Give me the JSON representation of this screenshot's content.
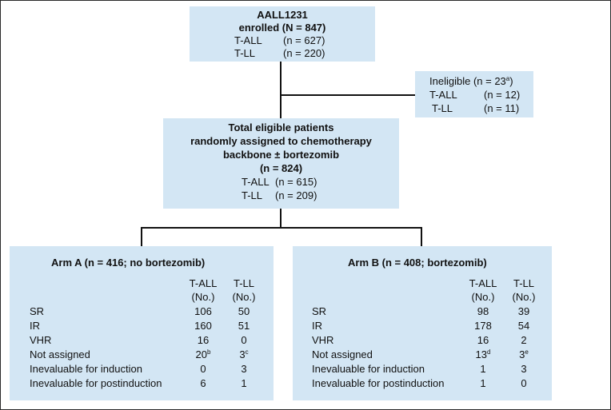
{
  "enrolled": {
    "title": "AALL1231",
    "subtitle": "enrolled (N = 847)",
    "rows": [
      {
        "label": "T-ALL",
        "value": "(n = 627)"
      },
      {
        "label": "T-LL",
        "value": "(n = 220)"
      }
    ]
  },
  "ineligible": {
    "label": "Ineligible",
    "value": "(n = 23",
    "value_sup": "a",
    "value_close": ")",
    "rows": [
      {
        "label": "T-ALL",
        "value": "(n = 12)"
      },
      {
        "label": "T-LL",
        "value": "(n = 11)"
      }
    ]
  },
  "eligible": {
    "line1": "Total eligible patients",
    "line2": "randomly assigned to chemotherapy",
    "line3": "backbone ± bortezomib",
    "line4": "(n = 824)",
    "rows": [
      {
        "label": "T-ALL",
        "value": "(n = 615)"
      },
      {
        "label": "T-LL",
        "value": "(n = 209)"
      }
    ]
  },
  "arms": [
    {
      "title": "Arm A (n = 416; no bortezomib)",
      "col1": "T-ALL",
      "col2": "T-LL",
      "unit": "(No.)",
      "rows": [
        {
          "label": "SR",
          "tall": "106",
          "tall_sup": "",
          "tll": "50",
          "tll_sup": ""
        },
        {
          "label": "IR",
          "tall": "160",
          "tall_sup": "",
          "tll": "51",
          "tll_sup": ""
        },
        {
          "label": "VHR",
          "tall": "16",
          "tall_sup": "",
          "tll": "0",
          "tll_sup": ""
        },
        {
          "label": "Not assigned",
          "tall": "20",
          "tall_sup": "b",
          "tll": "3",
          "tll_sup": "c"
        },
        {
          "label": "Inevaluable for induction",
          "tall": "0",
          "tall_sup": "",
          "tll": "3",
          "tll_sup": ""
        },
        {
          "label": "Inevaluable for postinduction",
          "tall": "6",
          "tall_sup": "",
          "tll": "1",
          "tll_sup": ""
        }
      ]
    },
    {
      "title": "Arm B (n = 408; bortezomib)",
      "col1": "T-ALL",
      "col2": "T-LL",
      "unit": "(No.)",
      "rows": [
        {
          "label": "SR",
          "tall": "98",
          "tall_sup": "",
          "tll": "39",
          "tll_sup": ""
        },
        {
          "label": "IR",
          "tall": "178",
          "tall_sup": "",
          "tll": "54",
          "tll_sup": ""
        },
        {
          "label": "VHR",
          "tall": "16",
          "tall_sup": "",
          "tll": "2",
          "tll_sup": ""
        },
        {
          "label": "Not assigned",
          "tall": "13",
          "tall_sup": "d",
          "tll": "3",
          "tll_sup": "e"
        },
        {
          "label": "Inevaluable for induction",
          "tall": "1",
          "tall_sup": "",
          "tll": "3",
          "tll_sup": ""
        },
        {
          "label": "Inevaluable for postinduction",
          "tall": "1",
          "tall_sup": "",
          "tll": "0",
          "tll_sup": ""
        }
      ]
    }
  ]
}
